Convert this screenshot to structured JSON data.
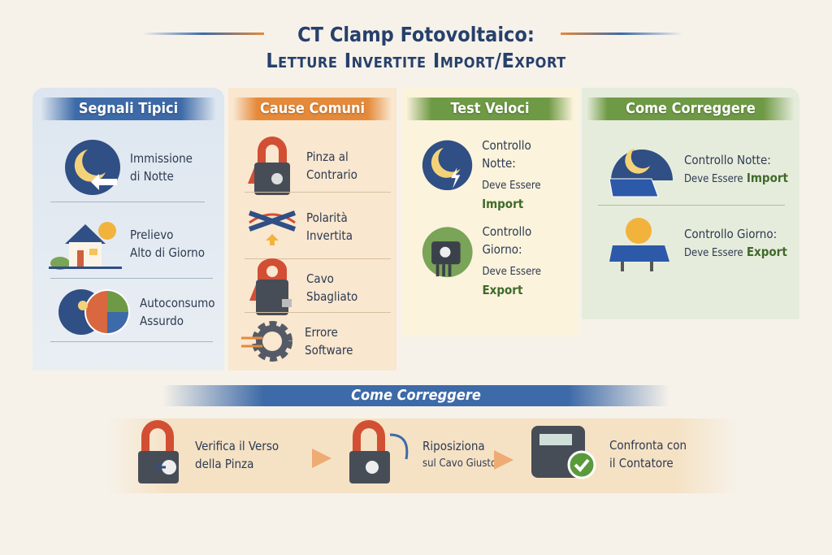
{
  "title": {
    "line1": "CT Clamp Fotovoltaico:",
    "line2": "Letture Invertite Import/Export"
  },
  "panels": {
    "signals": {
      "header": "Segnali Tipici",
      "items": [
        {
          "l1": "Immissione",
          "l2": "di Notte",
          "icon": "moon-arrow-icon"
        },
        {
          "l1": "Prelievo",
          "l2": "Alto di Giorno",
          "icon": "house-sun-icon"
        },
        {
          "l1": "Autoconsumo",
          "l2": "Assurdo",
          "icon": "pie-chart-icon"
        }
      ]
    },
    "causes": {
      "header": "Cause Comuni",
      "items": [
        {
          "l1": "Pinza al",
          "l2": "Contrario",
          "icon": "ct-clamp-icon"
        },
        {
          "l1": "Polarità",
          "l2": "Invertita",
          "icon": "crossed-wires-icon"
        },
        {
          "l1": "Cavo",
          "l2": "Sbagliato",
          "icon": "clamp-cable-icon"
        },
        {
          "l1": "Errore",
          "l2": "Software",
          "icon": "gear-icon"
        }
      ]
    },
    "tests": {
      "header": "Test Veloci",
      "items": [
        {
          "l1": "Controllo",
          "l2": "Notte:",
          "pre": "Deve Essere",
          "em": "Import",
          "icon": "moon-bolt-icon"
        },
        {
          "l1": "Controllo",
          "l2": "Giorno:",
          "pre": "Deve Essere",
          "em": "Export",
          "icon": "meter-icon"
        }
      ]
    },
    "fix": {
      "header": "Come Correggere",
      "items": [
        {
          "l1": "Controllo Notte:",
          "pre": "Deve Essere",
          "em": "Import",
          "icon": "night-solar-icon"
        },
        {
          "l1": "Controllo Giorno:",
          "pre": "Deve Essere",
          "em": "Export",
          "icon": "sun-solar-icon"
        }
      ]
    }
  },
  "steps": {
    "header": "Come Correggere",
    "items": [
      {
        "l1": "Verifica il Verso",
        "l2": "della Pinza",
        "icon": "ct-clamp-arrow-icon"
      },
      {
        "l1": "Riposiziona",
        "l2": "sul Cavo Giusto",
        "icon": "clamp-reposition-icon"
      },
      {
        "l1": "Confronta con",
        "l2": "il Contatore",
        "icon": "meter-check-icon"
      }
    ]
  },
  "colors": {
    "blue": "#3d6aa8",
    "orange": "#e58a3a",
    "green": "#6f9a45",
    "navy": "#27406b"
  }
}
